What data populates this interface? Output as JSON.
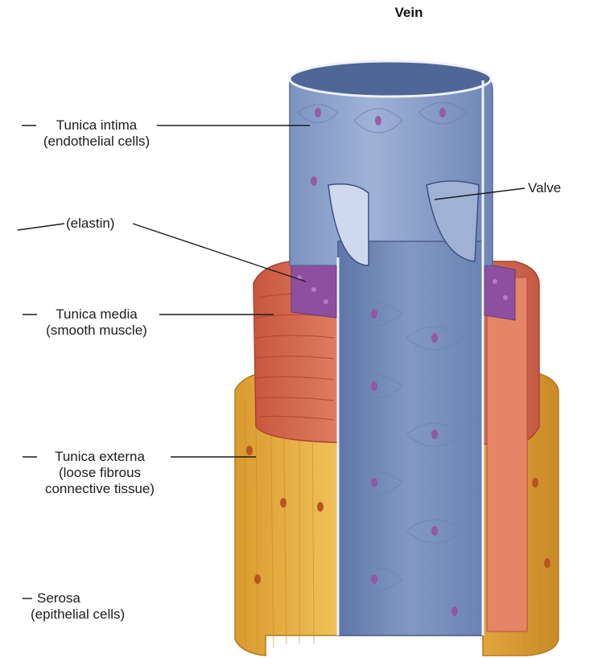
{
  "diagram": {
    "title": "Vein",
    "labels": {
      "intima_line1": "Tunica intima",
      "intima_line2": "(endothelial cells)",
      "elastin": "(elastin)",
      "media_line1": "Tunica media",
      "media_line2": "(smooth muscle)",
      "externa_line1": "Tunica externa",
      "externa_line2": "(loose fibrous",
      "externa_line3": "connective tissue)",
      "serosa_line1": "Serosa",
      "serosa_line2": "(epithelial cells)",
      "valve": "Valve"
    },
    "colors": {
      "endothelium": "#8fa3c8",
      "endothelium_dark": "#5f77a8",
      "nucleus": "#9a4fa0",
      "elastin": "#8e4fa0",
      "muscle": "#d9735a",
      "externa": "#e9b44a",
      "leader": "#1c1c1c"
    }
  }
}
